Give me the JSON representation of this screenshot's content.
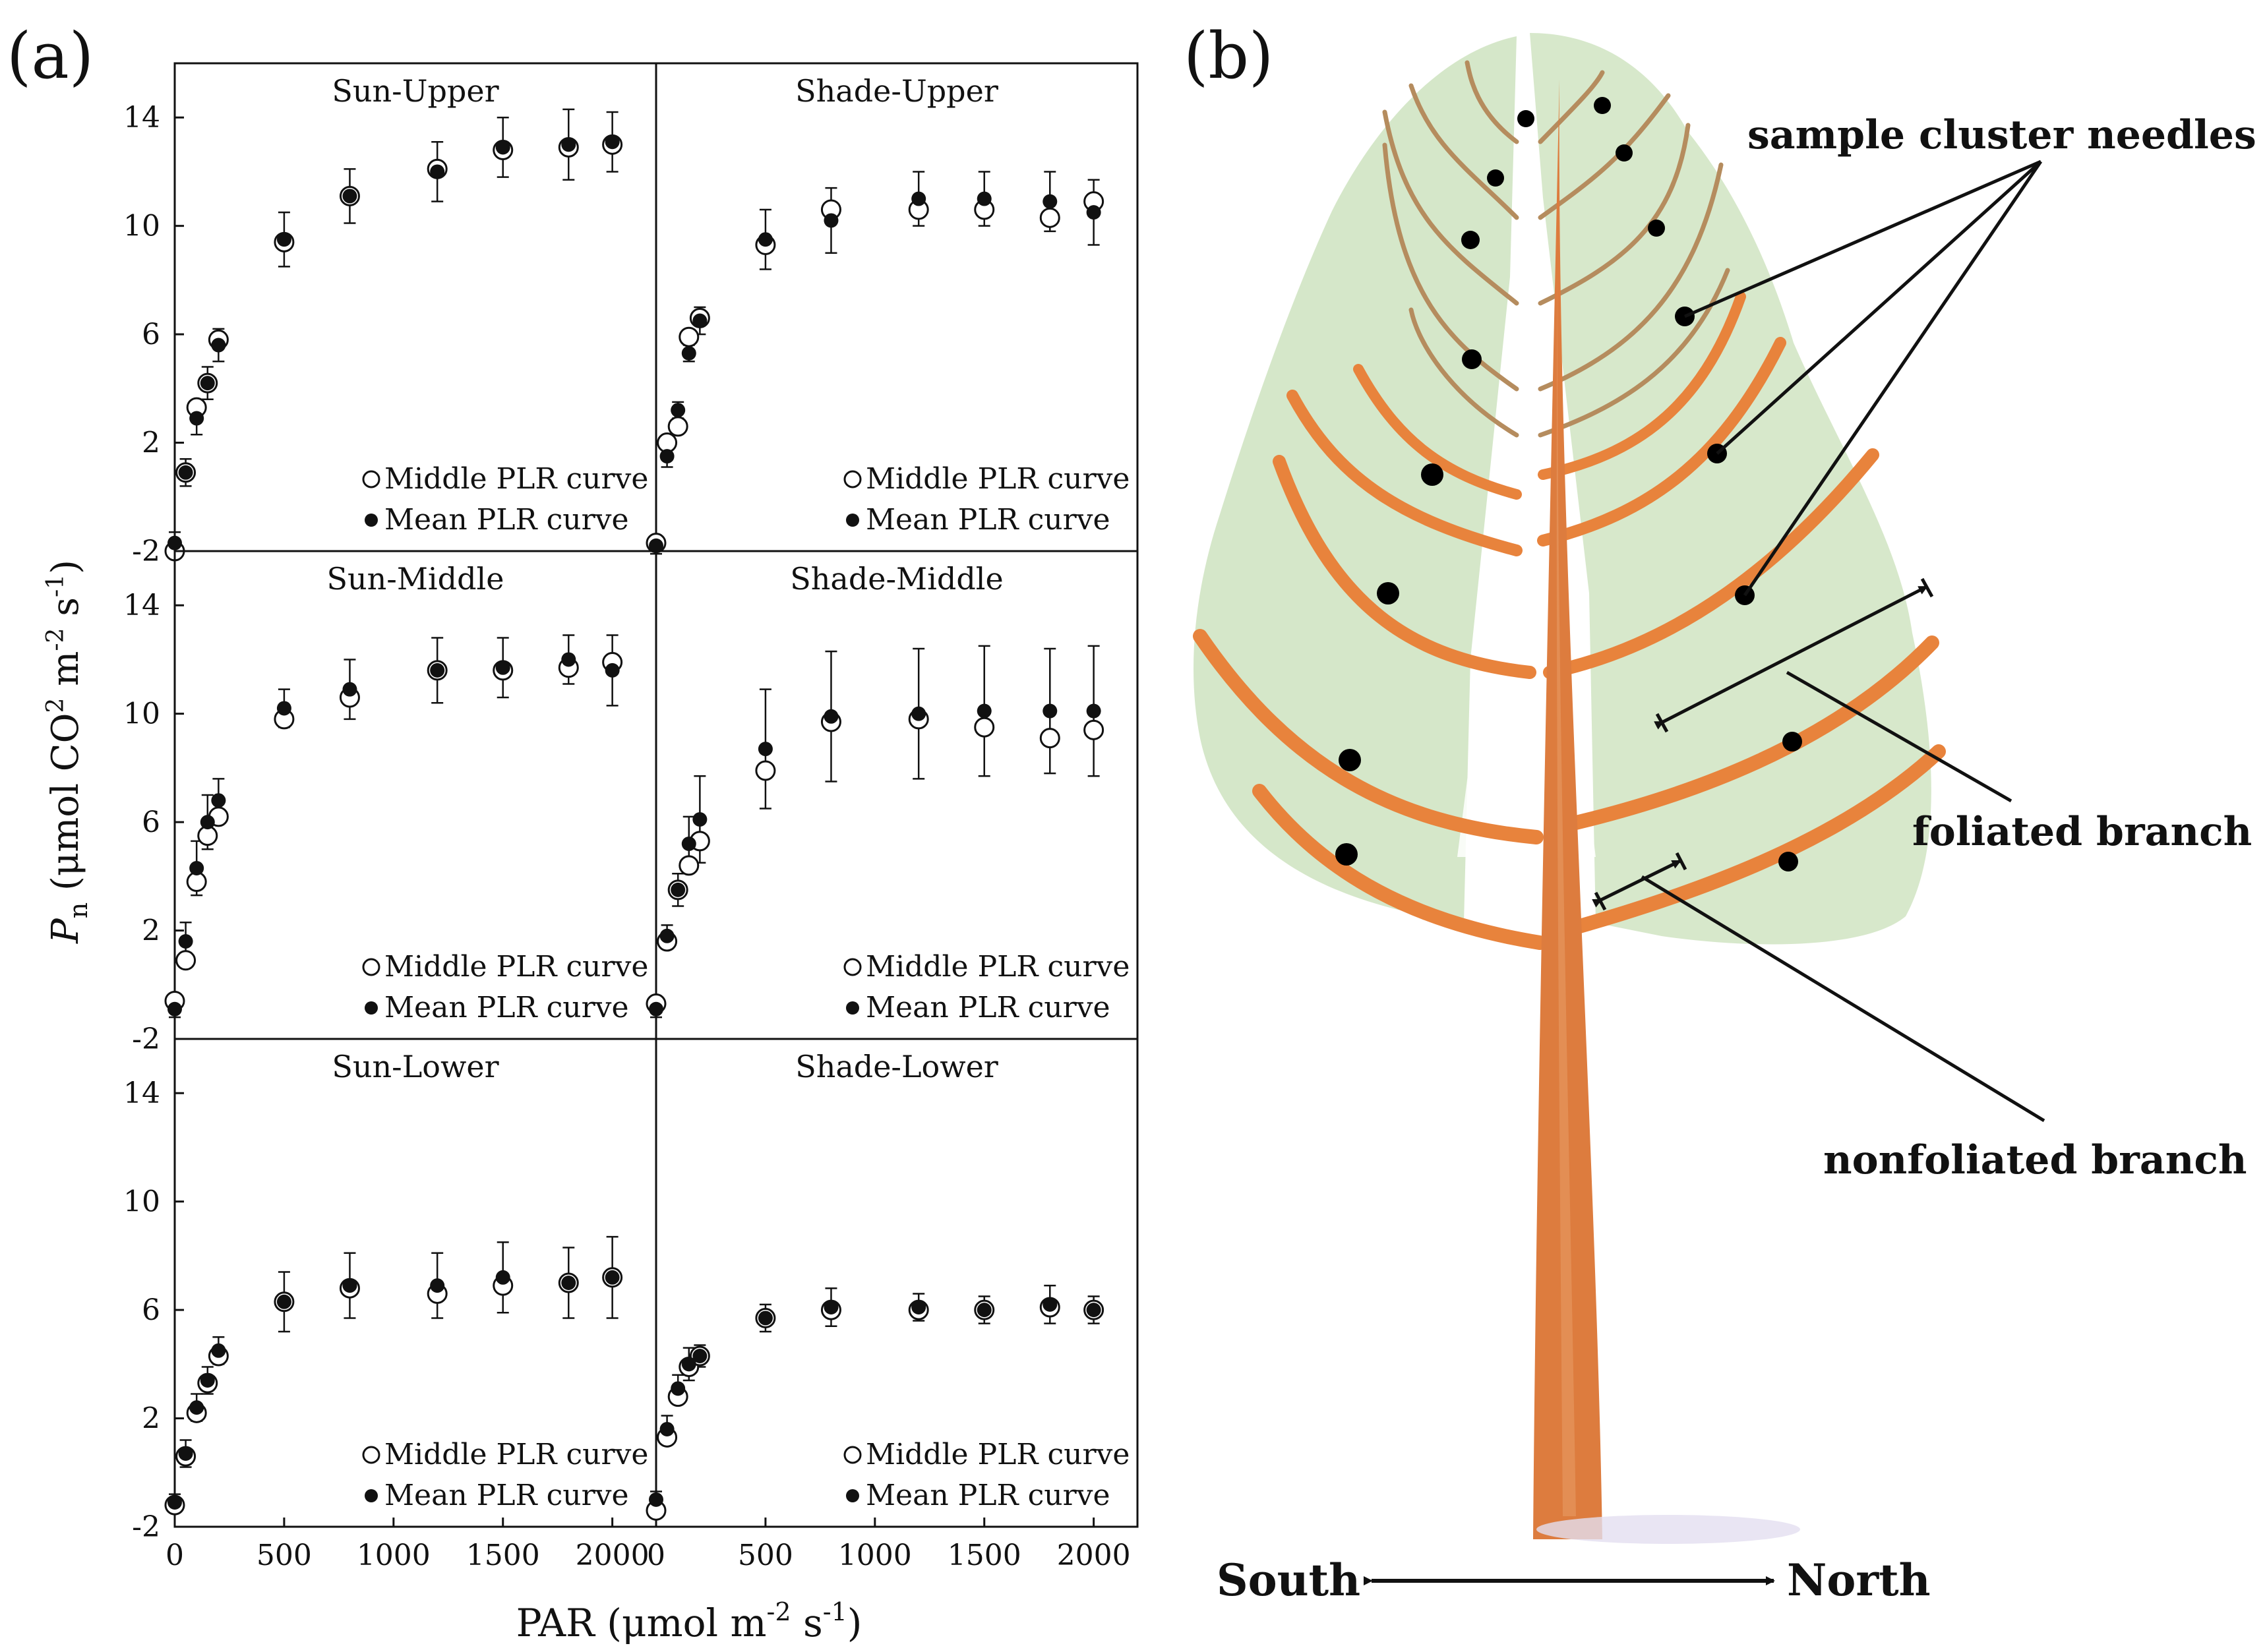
{
  "panel_labels": {
    "a": "(a)",
    "b": "(b)"
  },
  "axes": {
    "ylabel_main": "P",
    "ylabel_sub": "n",
    "ylabel_rest_a": " (μmol CO",
    "ylabel_sup2": "2",
    "ylabel_rest_b": " m",
    "ylabel_sup_m": "-2",
    "ylabel_rest_c": " s",
    "ylabel_sup_s": "-1",
    "ylabel_close": ")",
    "xlabel_a": "PAR (μmol m",
    "xlabel_sup_m": "-2",
    "xlabel_b": " s",
    "xlabel_sup_s": "-1",
    "xlabel_close": ")"
  },
  "legend": {
    "middle": "Middle PLR curve",
    "mean": "Mean PLR curve"
  },
  "chart_data": {
    "type": "scatter",
    "layout": "3x2 grid of panels sharing axes",
    "x_ticks": [
      0,
      500,
      1000,
      1500,
      2000
    ],
    "y_ticks": [
      -2,
      2,
      6,
      10,
      14
    ],
    "xlim": [
      0,
      2200
    ],
    "ylim": [
      -2,
      16
    ],
    "legend_placement": "bottom-right",
    "panels": [
      {
        "title": "Sun-Upper",
        "x": [
          0,
          50,
          100,
          150,
          200,
          500,
          800,
          1200,
          1500,
          1800,
          2000
        ],
        "middle": [
          -2.0,
          0.9,
          3.3,
          4.2,
          5.8,
          9.4,
          11.1,
          12.1,
          12.8,
          12.9,
          13.0
        ],
        "mean": [
          -1.7,
          0.9,
          2.9,
          4.2,
          5.6,
          9.5,
          11.1,
          12.0,
          12.9,
          13.0,
          13.1
        ],
        "err": [
          0.4,
          0.5,
          0.6,
          0.6,
          0.6,
          1.0,
          1.0,
          1.1,
          1.1,
          1.3,
          1.1
        ]
      },
      {
        "title": "Shade-Upper",
        "x": [
          0,
          50,
          100,
          150,
          200,
          500,
          800,
          1200,
          1500,
          1800,
          2000
        ],
        "middle": [
          -1.7,
          2.0,
          2.6,
          5.9,
          6.6,
          9.3,
          10.6,
          10.6,
          10.6,
          10.3,
          10.9
        ],
        "mean": [
          -1.8,
          1.5,
          3.2,
          5.3,
          6.5,
          9.5,
          10.2,
          11.0,
          11.0,
          10.9,
          10.5
        ],
        "err": [
          0.3,
          0.4,
          0.3,
          0.3,
          0.5,
          1.1,
          1.2,
          1.0,
          1.0,
          1.1,
          1.2
        ]
      },
      {
        "title": "Sun-Middle",
        "x": [
          0,
          50,
          100,
          150,
          200,
          500,
          800,
          1200,
          1500,
          1800,
          2000
        ],
        "middle": [
          -0.6,
          0.9,
          3.8,
          5.5,
          6.2,
          9.8,
          10.6,
          11.6,
          11.6,
          11.7,
          11.9
        ],
        "mean": [
          -0.9,
          1.6,
          4.3,
          6.0,
          6.8,
          10.2,
          10.9,
          11.6,
          11.7,
          12.0,
          11.6
        ],
        "err": [
          0.3,
          0.7,
          1.0,
          1.0,
          0.8,
          0.7,
          1.1,
          1.2,
          1.1,
          0.9,
          1.3
        ]
      },
      {
        "title": "Shade-Middle",
        "x": [
          0,
          50,
          100,
          150,
          200,
          500,
          800,
          1200,
          1500,
          1800,
          2000
        ],
        "middle": [
          -0.7,
          1.6,
          3.5,
          4.4,
          5.3,
          7.9,
          9.7,
          9.8,
          9.5,
          9.1,
          9.4
        ],
        "mean": [
          -0.9,
          1.8,
          3.5,
          5.2,
          6.1,
          8.7,
          9.9,
          10.0,
          10.1,
          10.1,
          10.1
        ],
        "err": [
          0.3,
          0.4,
          0.6,
          1.0,
          1.6,
          2.2,
          2.4,
          2.4,
          2.4,
          2.3,
          2.4
        ]
      },
      {
        "title": "Sun-Lower",
        "x": [
          0,
          50,
          100,
          150,
          200,
          500,
          800,
          1200,
          1500,
          1800,
          2000
        ],
        "middle": [
          -1.2,
          0.6,
          2.2,
          3.3,
          4.3,
          6.3,
          6.8,
          6.6,
          6.9,
          7.0,
          7.2
        ],
        "mean": [
          -1.1,
          0.7,
          2.4,
          3.4,
          4.5,
          6.3,
          6.9,
          6.9,
          7.2,
          7.0,
          7.2
        ],
        "err": [
          0.3,
          0.5,
          0.5,
          0.5,
          0.5,
          1.1,
          1.2,
          1.2,
          1.3,
          1.3,
          1.5
        ]
      },
      {
        "title": "Shade-Lower",
        "x": [
          0,
          50,
          100,
          150,
          200,
          500,
          800,
          1200,
          1500,
          1800,
          2000
        ],
        "middle": [
          -1.4,
          1.3,
          2.8,
          3.9,
          4.3,
          5.7,
          6.0,
          6.0,
          6.0,
          6.1,
          6.0
        ],
        "mean": [
          -1.0,
          1.6,
          3.1,
          4.0,
          4.3,
          5.7,
          6.1,
          6.1,
          6.0,
          6.2,
          6.0
        ],
        "err": [
          0.3,
          0.5,
          0.5,
          0.6,
          0.4,
          0.5,
          0.7,
          0.5,
          0.5,
          0.7,
          0.5
        ]
      }
    ]
  },
  "diagram": {
    "labels": {
      "sample_needles": "sample cluster needles",
      "foliated": "foliated branch",
      "nonfoliated": "nonfoliated branch",
      "south": "South",
      "north": "North"
    },
    "colors": {
      "foliage": "#cfe3c1",
      "branch": "#e5843f",
      "trunk": "#d9783a",
      "thin_branch": "#b08a5a",
      "dot": "#000000"
    }
  }
}
